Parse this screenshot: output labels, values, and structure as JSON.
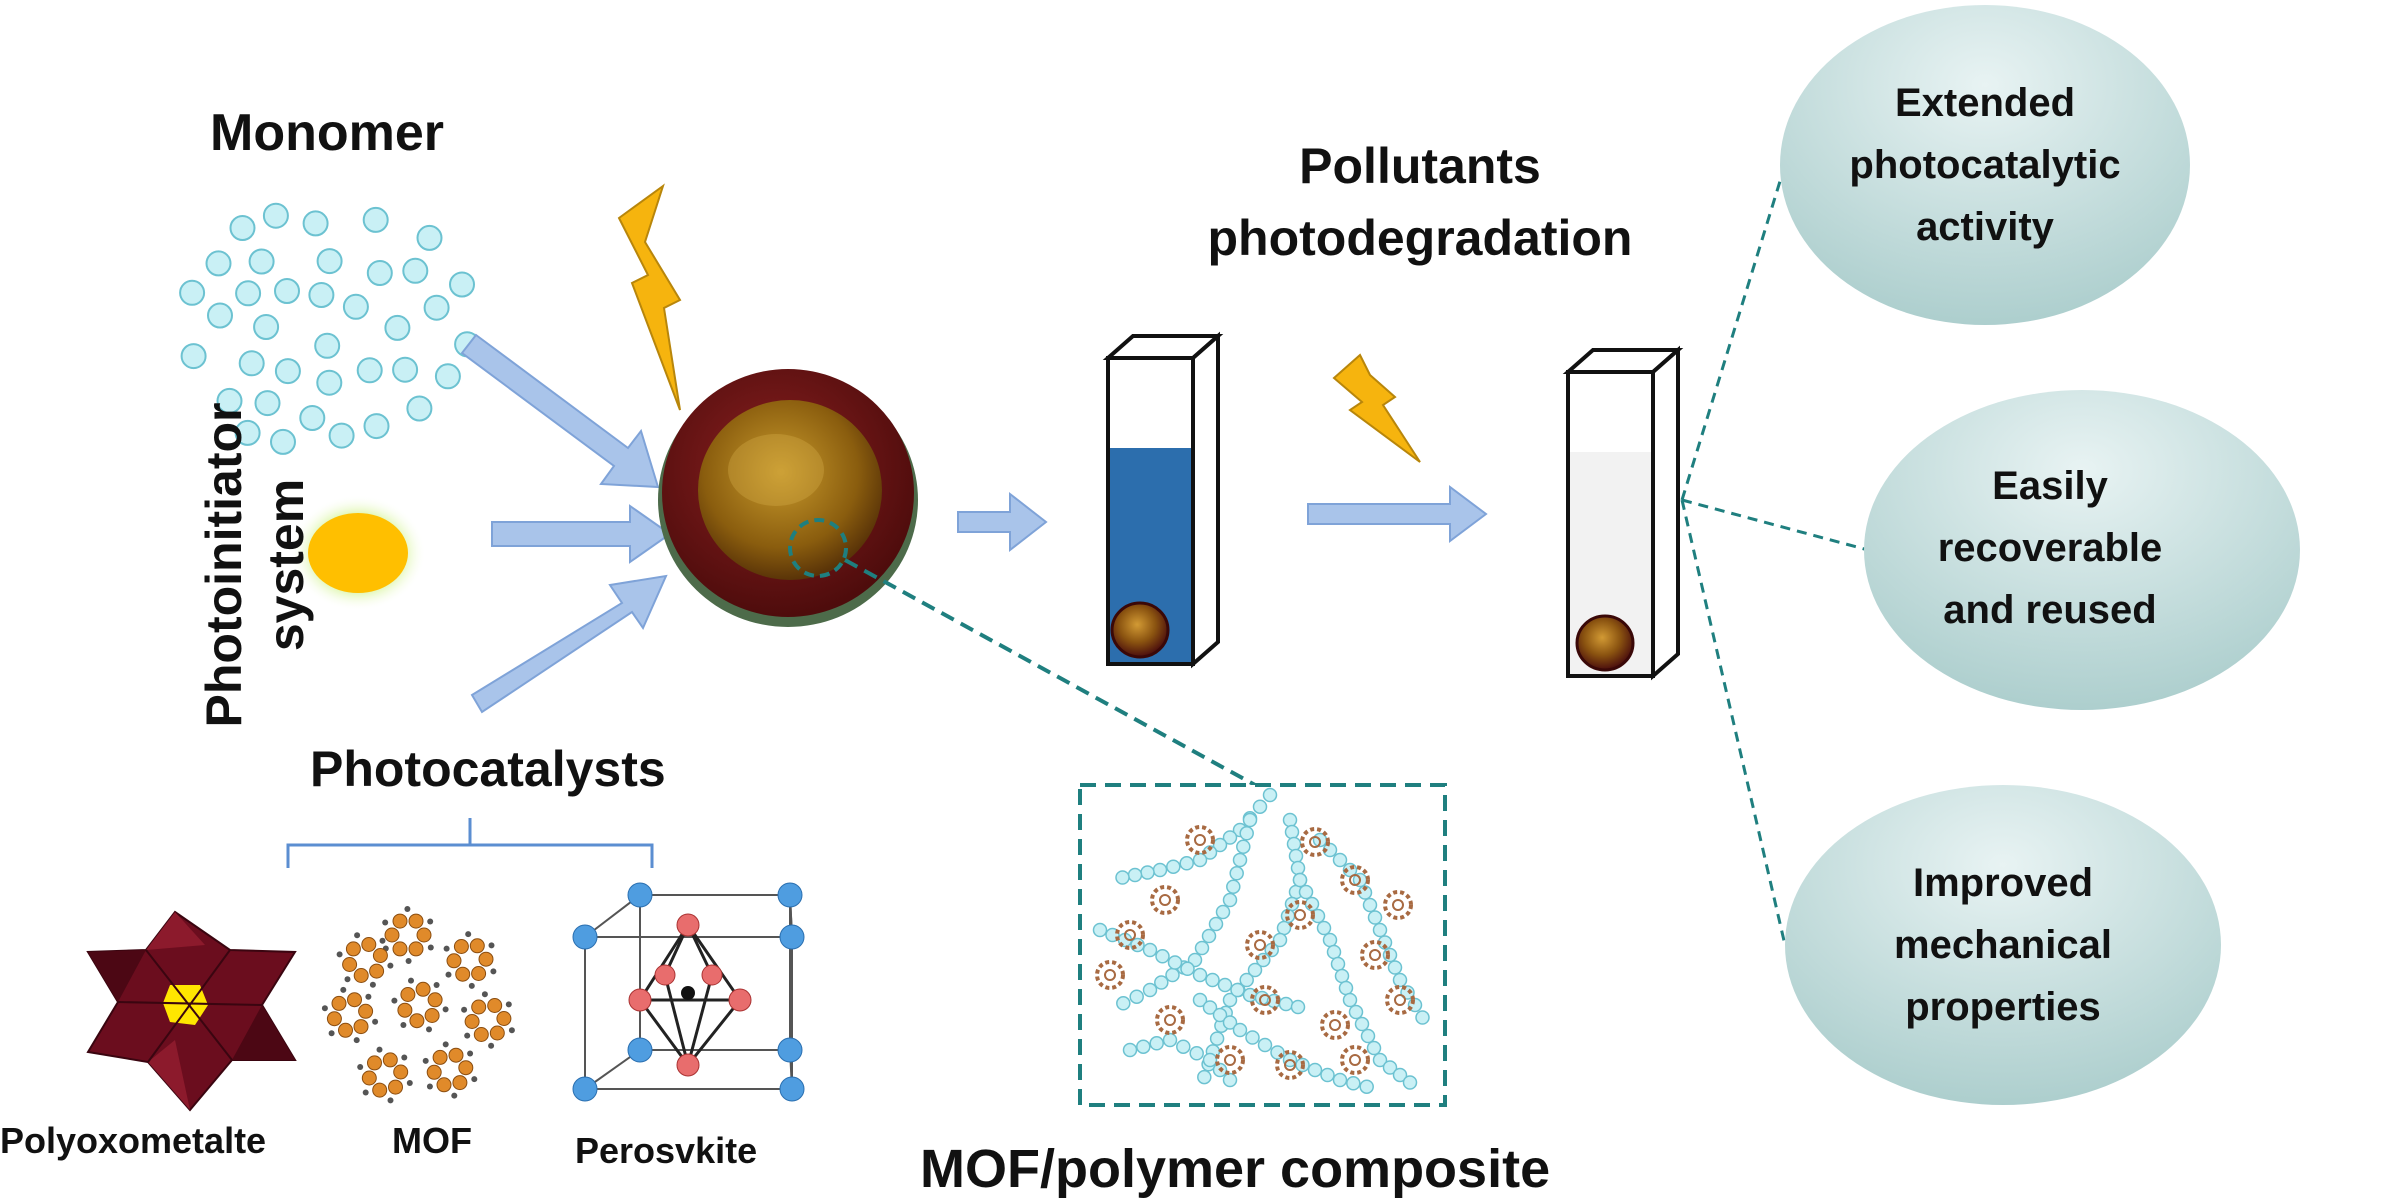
{
  "labels": {
    "monomer": "Monomer",
    "photoinitiator_line1": "Photoinitiator",
    "photoinitiator_line2": "system",
    "photocatalysts": "Photocatalysts",
    "polyoxometalate": "Polyoxometalte",
    "mof": "MOF",
    "perovskite": "Perosvkite",
    "pollutants_line1": "Pollutants",
    "pollutants_line2": "photodegradation",
    "composite": "MOF/polymer composite"
  },
  "benefits": [
    {
      "lines": [
        "Extended",
        "photocatalytic",
        "activity"
      ]
    },
    {
      "lines": [
        "Easily",
        "recoverable",
        "and reused"
      ]
    },
    {
      "lines": [
        "Improved",
        "mechanical",
        "properties"
      ]
    }
  ],
  "colors": {
    "arrow": "#a9c4ea",
    "arrow_stroke": "#7fa3d8",
    "bead_outer": "#7a1a1a",
    "bead_inner": "#9c6a10",
    "monomer_fill": "#c9f0f5",
    "monomer_stroke": "#6cc2d1",
    "lightning": "#f6b40e",
    "cuvette_liquid": "#2c6ead",
    "ellipse_fill": "#c3dedd",
    "dashed_line": "#1f7f7f",
    "polyoxometalate": "#6b0d1e",
    "perovskite_blue": "#4f9de0",
    "perovskite_red": "#e86d6d"
  },
  "icons": [
    "lightning-icon",
    "bead-icon",
    "cuvette-icon",
    "monomer-icon",
    "photoinitiator-icon",
    "polyoxometalate-icon",
    "mof-icon",
    "perovskite-icon",
    "composite-icon"
  ]
}
